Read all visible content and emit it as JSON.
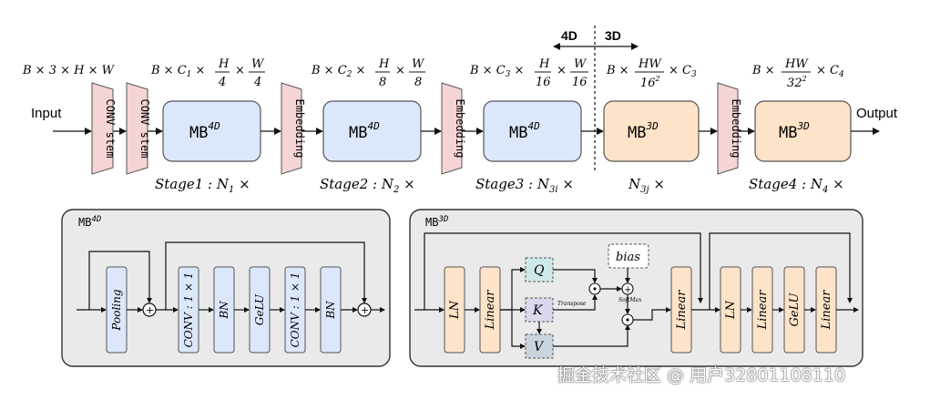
{
  "top": {
    "input_label": "Input",
    "output_label": "Output",
    "region_4d": "4D",
    "region_3d": "3D",
    "conv_stem": "CONV stem",
    "embedding": "Embedding",
    "block_4d": "MB",
    "block_3d": "MB",
    "sup_4d": "4D",
    "sup_3d": "3D",
    "shape_input": "B × 3 × H × W",
    "stages": [
      {
        "stage": "Stage1 : N",
        "sub": "1",
        "suffix": " ×"
      },
      {
        "stage": "Stage2 : N",
        "sub": "2",
        "suffix": " ×"
      },
      {
        "stage": "Stage3 : N",
        "sub": "3i",
        "suffix": " ×"
      },
      {
        "stage": "N",
        "sub": "3j",
        "suffix": " ×"
      },
      {
        "stage": "Stage4 : N",
        "sub": "4",
        "suffix": " ×"
      }
    ]
  },
  "panel_4d": {
    "title": "MB",
    "title_sup": "4D",
    "pooling": "Pooling",
    "conv1": "CONV : 1 × 1",
    "bn": "BN",
    "gelu": "GeLU",
    "conv2": "CONV : 1 × 1",
    "bn2": "BN"
  },
  "panel_3d": {
    "title": "MB",
    "title_sup": "3D",
    "ln": "LN",
    "linear": "Linear",
    "q": "Q",
    "k": "K",
    "v": "V",
    "bias": "bias",
    "transpose": "Transpose",
    "softmax": "SoftMax",
    "linear2": "Linear",
    "ln2": "LN",
    "linear3": "Linear",
    "gelu": "GeLU",
    "linear4": "Linear"
  },
  "watermark": "掘金技术社区 @ 用户3280110811​0",
  "colors": {
    "mb4d_fill": "#dbe7fb",
    "mb3d_fill": "#fde3c8",
    "pink_fill": "#f5d4d4",
    "panel_fill": "#eaeaea",
    "qkv_fill": "#cfe9ea"
  }
}
